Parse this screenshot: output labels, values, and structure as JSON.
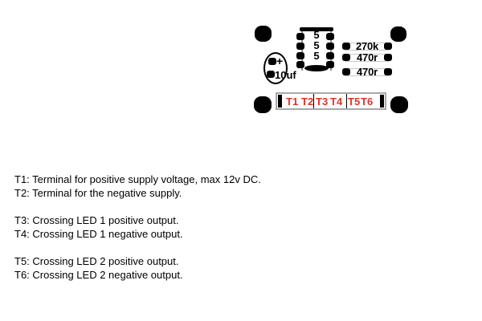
{
  "pcb": {
    "ic": {
      "digits": [
        "5",
        "5",
        "5"
      ]
    },
    "capacitor": {
      "polarity": "+",
      "value": "10uf"
    },
    "resistors": [
      {
        "value": "270k"
      },
      {
        "value": "470r"
      },
      {
        "value": "470r"
      }
    ],
    "terminal_labels": [
      "T1",
      "T2",
      "T3",
      "T4",
      "T5",
      "T6"
    ],
    "colors": {
      "pad": "#000000",
      "terminal_label": "#e0332a",
      "outline_gray": "#a8a8a8"
    }
  },
  "notes": {
    "groups": [
      [
        "T1: Terminal for positive supply voltage, max 12v DC.",
        "T2: Terminal for the negative supply."
      ],
      [
        "T3: Crossing LED 1 positive output.",
        "T4: Crossing LED 1 negative output."
      ],
      [
        "T5: Crossing LED 2 positive output.",
        "T6: Crossing LED 2 negative output."
      ]
    ]
  }
}
